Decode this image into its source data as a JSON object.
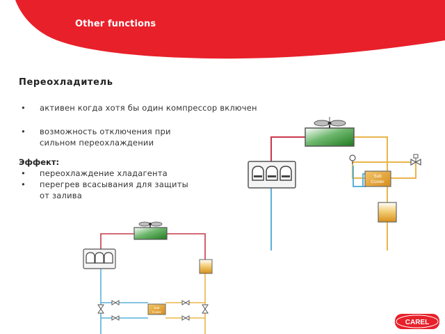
{
  "header": {
    "title": "Other functions"
  },
  "section": {
    "title": "Переохладитель",
    "bullets": [
      {
        "mark": "•",
        "text": "активен когда хотя бы один компрессор включен"
      },
      {
        "mark": "•",
        "text_line1": "возможность отключения при",
        "text_line2": "сильном переохлаждении"
      }
    ],
    "effect_title": "Эффект:",
    "effects": [
      {
        "mark": "•",
        "text": "переохлаждение хладагента"
      },
      {
        "mark": "•",
        "text_line1": "перегрев всасывания для защиты",
        "text_line2": "от залива"
      }
    ]
  },
  "diagram_large": {
    "subcooler_label_line1": "Sub",
    "subcooler_label_line2": "Cooler"
  },
  "diagram_small": {
    "subcooler_label_line1": "Sub",
    "subcooler_label_line2": "Cooler"
  },
  "logo": {
    "text": "CAREL"
  },
  "colors": {
    "brand_red": "#e8202a",
    "hot_line": "#c8374a",
    "liquid_line": "#e8b54a",
    "suction_line": "#5ab0d8",
    "condenser_green": "#2e8a2e",
    "receiver_orange": "#e5a22a"
  }
}
